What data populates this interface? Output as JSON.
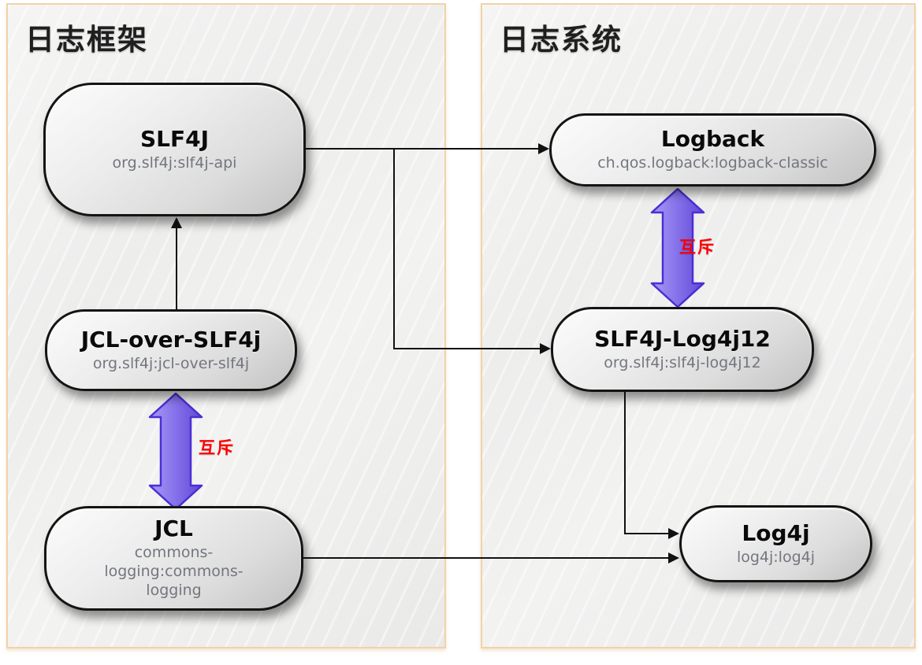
{
  "panels": {
    "left": {
      "title": "日志框架"
    },
    "right": {
      "title": "日志系统"
    }
  },
  "nodes": {
    "slf4j": {
      "title": "SLF4J",
      "artifact": "org.slf4j:slf4j-api"
    },
    "jcl_over_slf4j": {
      "title": "JCL-over-SLF4j",
      "artifact": "org.slf4j:jcl-over-slf4j"
    },
    "jcl": {
      "title": "JCL",
      "artifact": "commons-logging:commons-logging"
    },
    "logback": {
      "title": "Logback",
      "artifact": "ch.qos.logback:logback-classic"
    },
    "slf4j_log4j12": {
      "title": "SLF4J-Log4j12",
      "artifact": "org.slf4j:slf4j-log4j12"
    },
    "log4j": {
      "title": "Log4j",
      "artifact": "log4j:log4j"
    }
  },
  "labels": {
    "mutex_left": "互斥",
    "mutex_right": "互斥"
  },
  "colors": {
    "mutex_label": "#ff0000",
    "connector": "#111111",
    "panel_border": "#f2d2a8",
    "exclusive_arrow_fill_light": "#a89af4",
    "exclusive_arrow_fill_mid": "#8571ea",
    "exclusive_arrow_fill_dark": "#6148d6",
    "exclusive_arrow_border": "#4c2ed4"
  }
}
